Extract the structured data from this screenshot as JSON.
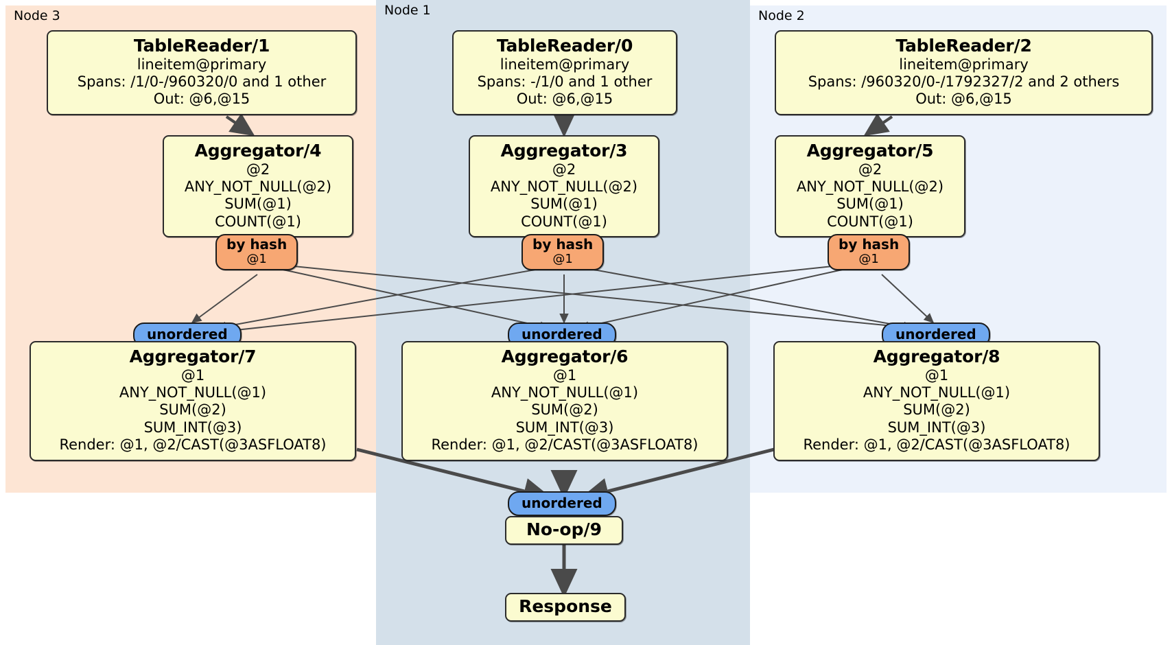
{
  "panels": [
    {
      "id": "node3",
      "label": "Node 3",
      "color": "#fde5d4"
    },
    {
      "id": "node1",
      "label": "Node 1",
      "color": "#d4e0ea"
    },
    {
      "id": "node2",
      "label": "Node 2",
      "color": "#ecf2fb"
    }
  ],
  "readers": {
    "tr1": {
      "title": "TableReader/1",
      "l1": "lineitem@primary",
      "l2": "Spans: /1/0-/960320/0 and 1 other",
      "l3": "Out: @6,@15"
    },
    "tr0": {
      "title": "TableReader/0",
      "l1": "lineitem@primary",
      "l2": "Spans: -/1/0 and 1 other",
      "l3": "Out: @6,@15"
    },
    "tr2": {
      "title": "TableReader/2",
      "l1": "lineitem@primary",
      "l2": "Spans: /960320/0-/1792327/2 and 2 others",
      "l3": "Out: @6,@15"
    }
  },
  "agg_stage1": {
    "a4": {
      "title": "Aggregator/4",
      "l1": "@2",
      "l2": "ANY_NOT_NULL(@2)",
      "l3": "SUM(@1)",
      "l4": "COUNT(@1)"
    },
    "a3": {
      "title": "Aggregator/3",
      "l1": "@2",
      "l2": "ANY_NOT_NULL(@2)",
      "l3": "SUM(@1)",
      "l4": "COUNT(@1)"
    },
    "a5": {
      "title": "Aggregator/5",
      "l1": "@2",
      "l2": "ANY_NOT_NULL(@2)",
      "l3": "SUM(@1)",
      "l4": "COUNT(@1)"
    }
  },
  "agg_stage2": {
    "a7": {
      "title": "Aggregator/7",
      "l1": "@1",
      "l2": "ANY_NOT_NULL(@1)",
      "l3": "SUM(@2)",
      "l4": "SUM_INT(@3)",
      "l5": "Render: @1, @2/CAST(@3ASFLOAT8)"
    },
    "a6": {
      "title": "Aggregator/6",
      "l1": "@1",
      "l2": "ANY_NOT_NULL(@1)",
      "l3": "SUM(@2)",
      "l4": "SUM_INT(@3)",
      "l5": "Render: @1, @2/CAST(@3ASFLOAT8)"
    },
    "a8": {
      "title": "Aggregator/8",
      "l1": "@1",
      "l2": "ANY_NOT_NULL(@1)",
      "l3": "SUM(@2)",
      "l4": "SUM_INT(@3)",
      "l5": "Render: @1, @2/CAST(@3ASFLOAT8)"
    }
  },
  "hash_pills": {
    "h4": {
      "label": "by hash",
      "col": "@1"
    },
    "h3": {
      "label": "by hash",
      "col": "@1"
    },
    "h5": {
      "label": "by hash",
      "col": "@1"
    }
  },
  "unordered_pills": {
    "u_left": "unordered",
    "u_mid": "unordered",
    "u_right": "unordered",
    "u_final": "unordered"
  },
  "sinks": {
    "noop": {
      "title": "No-op/9"
    },
    "response": {
      "title": "Response"
    }
  },
  "colors": {
    "box_fill": "#fbfbd0",
    "box_stroke": "#2b2b2b",
    "hash_fill": "#f7a773",
    "unordered_fill": "#6fa8f0",
    "edge": "#4a4a4a",
    "panel_node3": "#fde5d4",
    "panel_node1": "#d4e0ea",
    "panel_node2": "#ecf2fb"
  }
}
